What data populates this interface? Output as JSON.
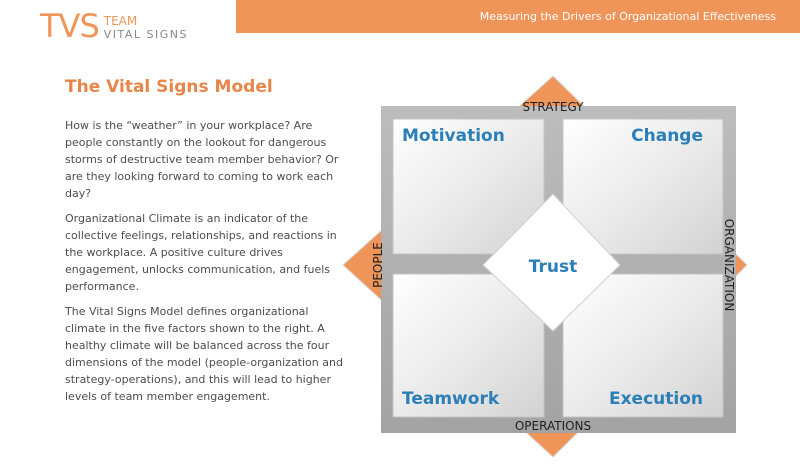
{
  "logo": {
    "mark": "TVS",
    "word_top": "TEAM",
    "word_bottom": "VITAL SIGNS"
  },
  "banner": {
    "tagline": "Measuring the Drivers of Organizational Effectiveness"
  },
  "article": {
    "heading": "The Vital Signs Model",
    "paragraphs": [
      "How is the “weather” in your workplace?  Are people constantly on the lookout for dangerous storms of destructive team member behavior?  Or are they looking forward to coming to work each day?",
      "Organizational Climate is an indicator of the collective feelings, relationships, and reactions in the workplace.  A positive culture drives engagement, unlocks communication, and fuels performance.",
      "The Vital Signs Model defines organizational climate in the five factors shown to the right.  A healthy climate will be balanced across the four dimensions of the model (people-organization and strategy-operations), and this will lead to higher levels of team member engagement."
    ]
  },
  "model": {
    "axes": {
      "top": "STRATEGY",
      "bottom": "OPERATIONS",
      "left": "PEOPLE",
      "right": "ORGANIZATION"
    },
    "quadrants": {
      "top_left": "Motivation",
      "top_right": "Change",
      "bottom_left": "Teamwork",
      "bottom_right": "Execution"
    },
    "center": "Trust"
  },
  "colors": {
    "brand_orange": "#f0955a",
    "heading_orange": "#e8864a",
    "factor_blue": "#2b7fb8",
    "panel_gray": "#dcdcdc",
    "axis_gray": "#a8a8a8",
    "text_dark": "#4d4d4d"
  }
}
